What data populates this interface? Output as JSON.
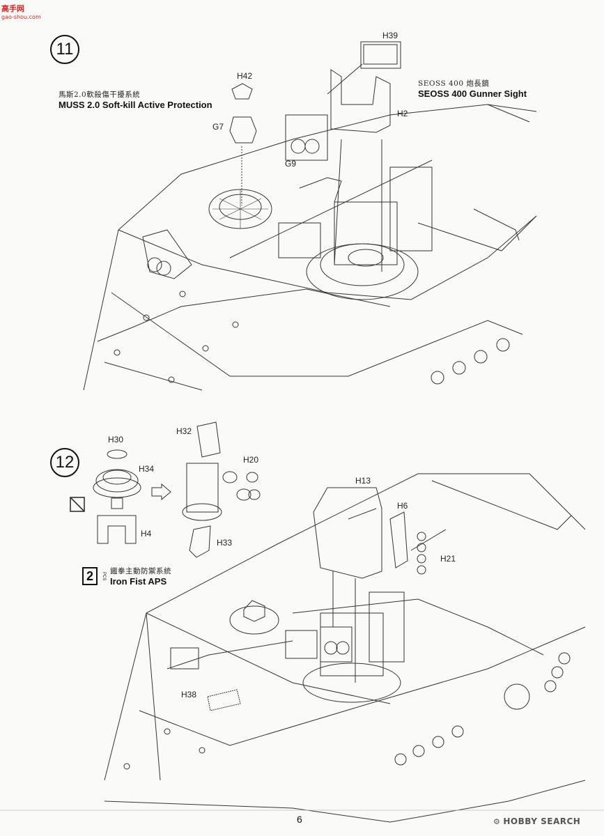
{
  "watermark": {
    "logo": "高手网",
    "domain": "gao-shou.com"
  },
  "step11": {
    "number": "11",
    "part_labels": {
      "h39": "H39",
      "h42": "H42",
      "g7": "G7",
      "g9": "G9",
      "h2": "H2"
    },
    "muss": {
      "cjk": "馬斯2.0軟殺傷干擾系統",
      "en": "MUSS 2.0 Soft-kill Active Protection"
    },
    "seoss": {
      "cjk": "SEOSS 400 炮長鏡",
      "en": "SEOSS 400 Gunner Sight"
    }
  },
  "step12": {
    "number": "12",
    "part_labels": {
      "h30": "H30",
      "h34": "H34",
      "h4": "H4",
      "h32": "H32",
      "h20": "H20",
      "h33": "H33",
      "h13": "H13",
      "h6": "H6",
      "h21": "H21",
      "h38": "H38"
    },
    "iron_fist": {
      "qty": "2",
      "pcs": "PCS",
      "cjk": "鐵拳主動防禦系統",
      "en": "Iron Fist APS"
    }
  },
  "footer": {
    "page_number": "6",
    "brand": "HOBBY SEARCH"
  },
  "colors": {
    "line": "#333333",
    "background": "#fafaf8",
    "logo": "#dd2222"
  }
}
